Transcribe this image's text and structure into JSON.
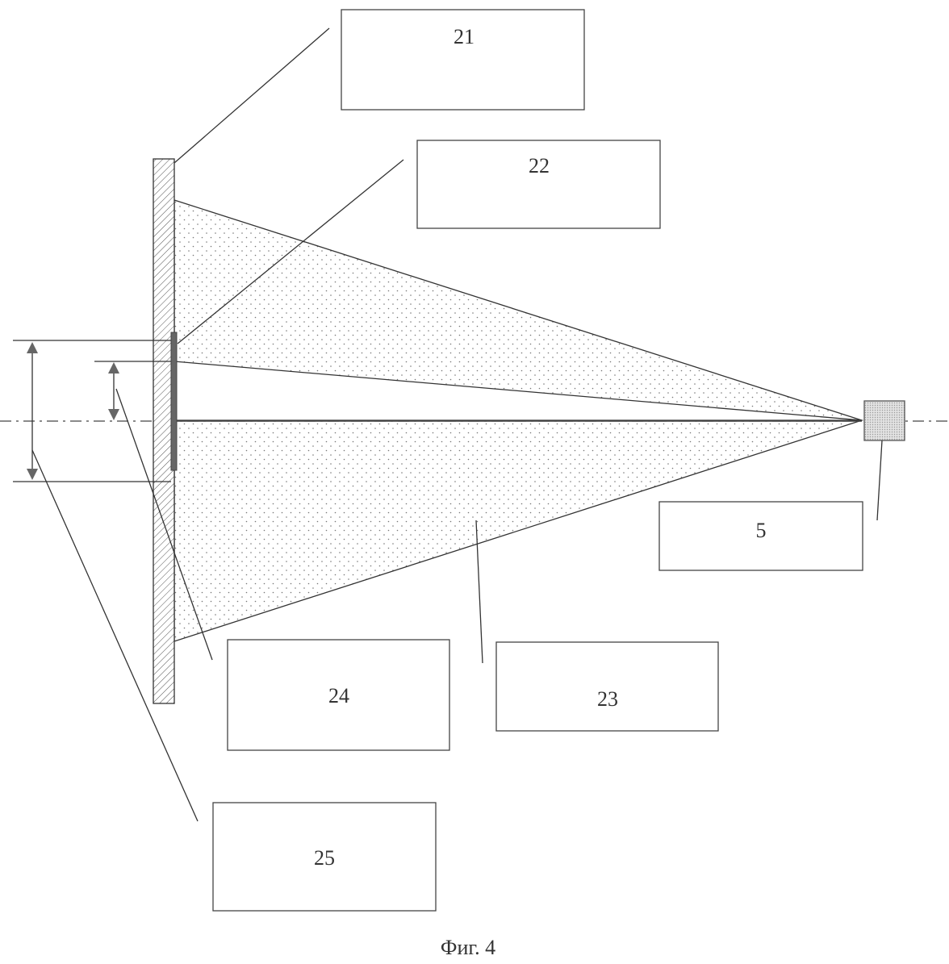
{
  "figure": {
    "caption": "Фиг. 4",
    "labels": {
      "l21": "21",
      "l22": "22",
      "l23": "23",
      "l24": "24",
      "l25": "25",
      "l5": "5"
    }
  },
  "colors": {
    "line": "#333333",
    "strip": "#666666",
    "arrow": "#666666",
    "source": "#cccccc"
  }
}
